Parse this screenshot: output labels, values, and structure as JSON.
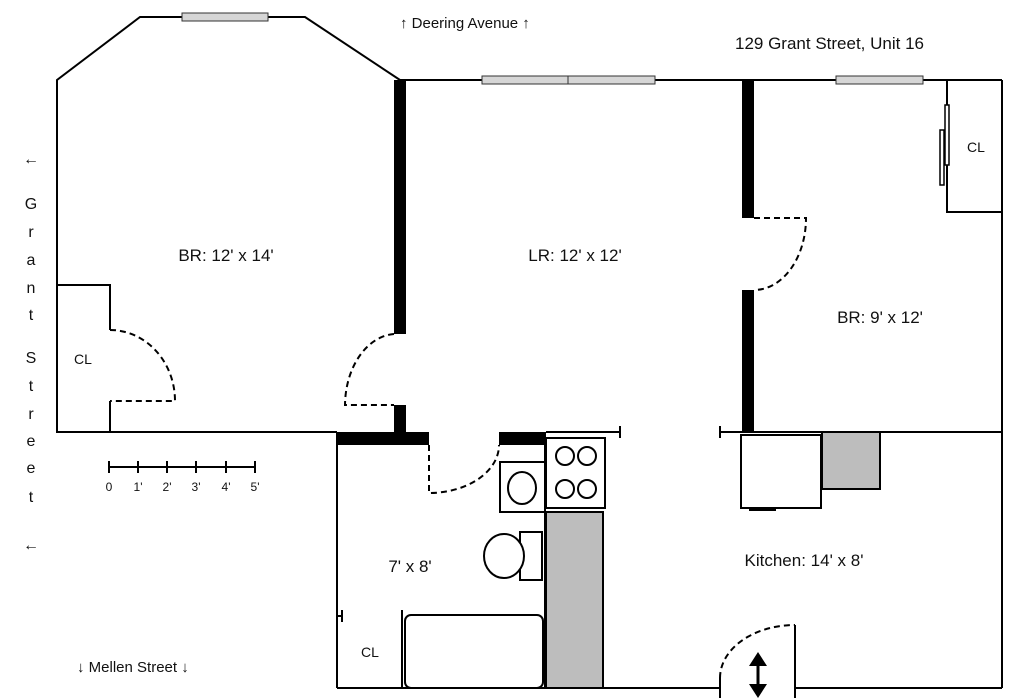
{
  "title": "129 Grant Street, Unit 16",
  "streets": {
    "top": "↑ Deering Avenue ↑",
    "bottom": "↓ Mellen Street ↓",
    "left_arrow": "←",
    "left_letters": [
      "G",
      "r",
      "a",
      "n",
      "t",
      "S",
      "t",
      "r",
      "e",
      "e",
      "t"
    ]
  },
  "rooms": {
    "bedroom_left": "BR: 12' x 14'",
    "living_room": "LR: 12' x 12'",
    "bedroom_right": "BR: 9' x 12'",
    "bathroom": "7' x 8'",
    "kitchen": "Kitchen: 14' x 8'"
  },
  "closets": {
    "left": "CL",
    "right": "CL",
    "bath": "CL"
  },
  "scale": {
    "ticks": [
      "0",
      "1'",
      "2'",
      "3'",
      "4'",
      "5'"
    ]
  },
  "colors": {
    "wall": "#000000",
    "window": "#d6d6d6",
    "counter": "#bdbdbd",
    "background": "#ffffff"
  }
}
